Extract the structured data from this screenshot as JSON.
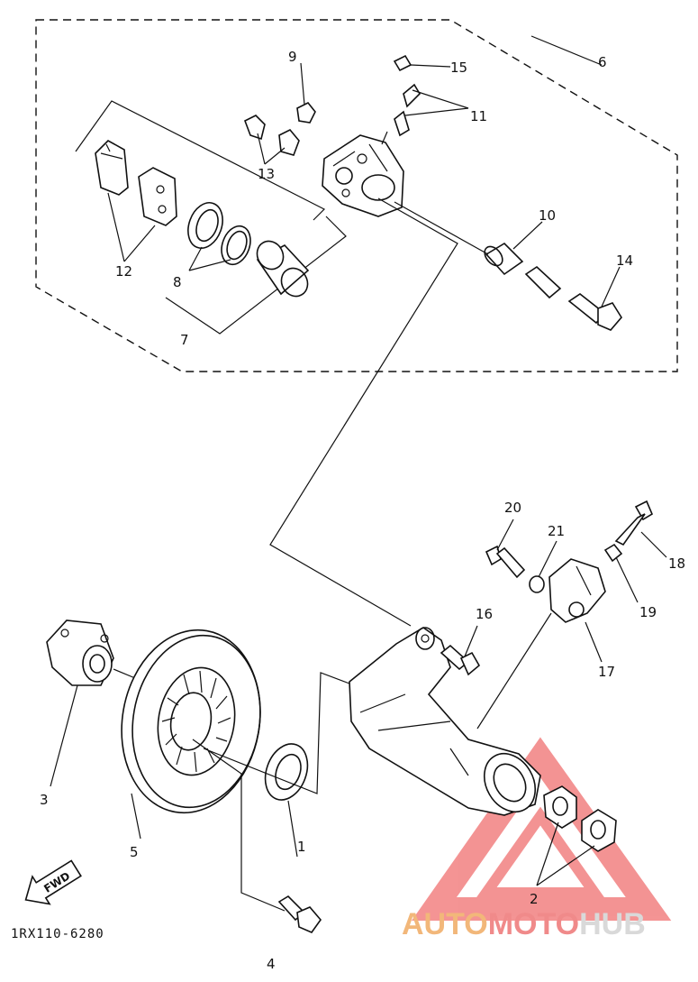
{
  "callouts": {
    "c1": "1",
    "c2": "2",
    "c3": "3",
    "c4": "4",
    "c5": "5",
    "c6": "6",
    "c7": "7",
    "c8": "8",
    "c9": "9",
    "c10": "10",
    "c11": "11",
    "c12": "12",
    "c13": "13",
    "c14": "14",
    "c15": "15",
    "c16": "16",
    "c17": "17",
    "c18": "18",
    "c19": "19",
    "c20": "20",
    "c21": "21"
  },
  "fwd_label": "FWD",
  "diagram_code": "1RX110-6280",
  "watermark": {
    "text_auto": "AUTO",
    "text_moto": "MOTO",
    "text_hub": "HUB",
    "colors": {
      "auto": "#f2b77a",
      "moto": "#f08a8a",
      "hub": "#d9d9d9",
      "triangle": "#f07070"
    }
  }
}
